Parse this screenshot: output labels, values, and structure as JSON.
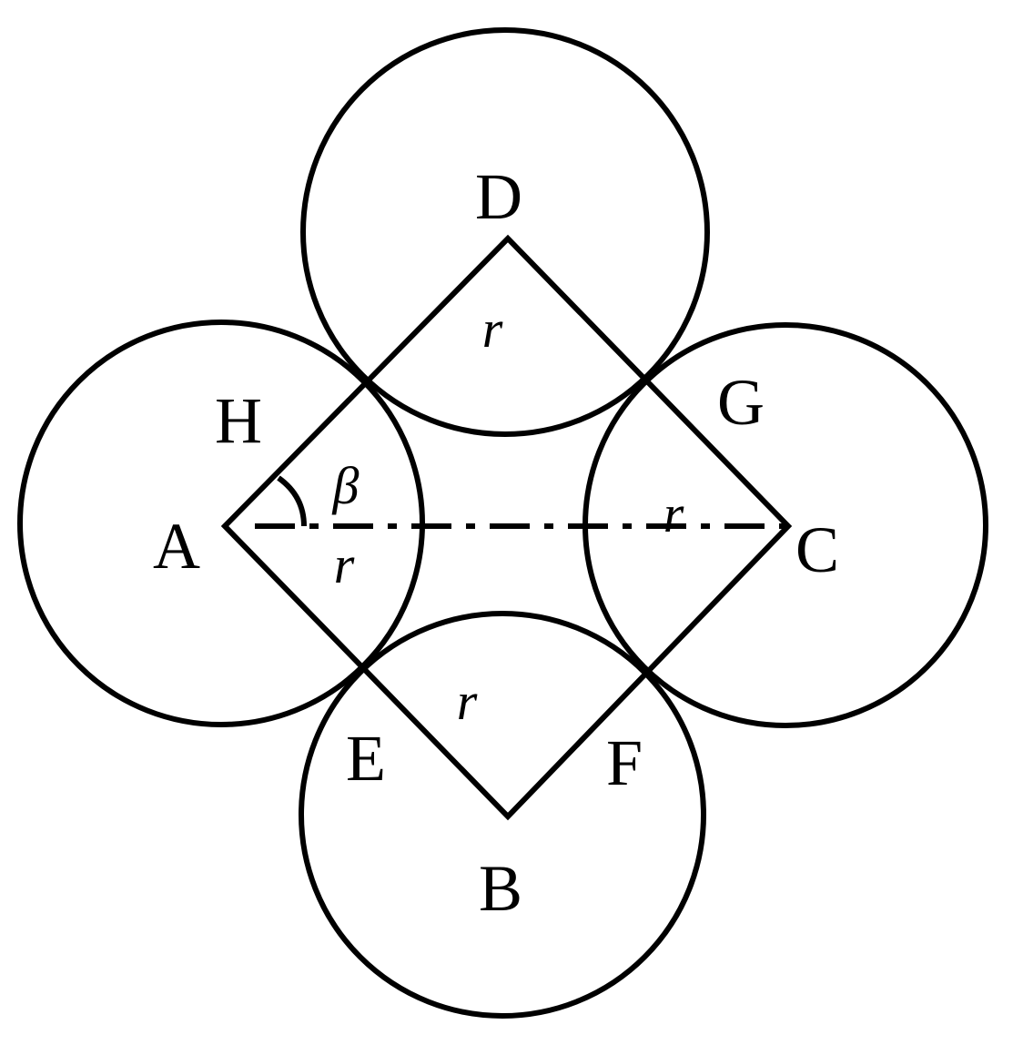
{
  "diagram": {
    "points": {
      "A": "A",
      "B": "B",
      "C": "C",
      "D": "D",
      "E": "E",
      "F": "F",
      "G": "G",
      "H": "H"
    },
    "radius_labels": [
      "r",
      "r",
      "r",
      "r"
    ],
    "angle_label": "β",
    "colors": {
      "stroke": "#000000",
      "background": "#ffffff"
    }
  }
}
